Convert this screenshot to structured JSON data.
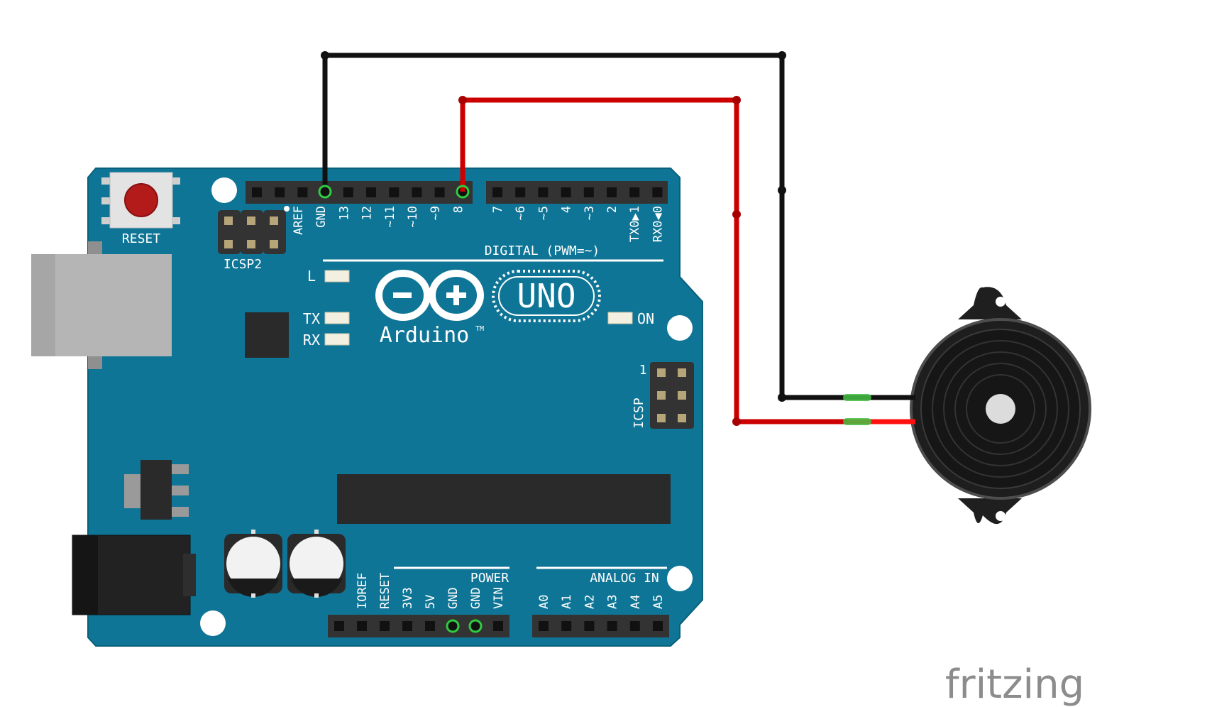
{
  "board": {
    "reset_label": "RESET",
    "icsp2_label": "ICSP2",
    "icsp_label": "ICSP",
    "icsp_pin1": "1",
    "digital_label": "DIGITAL (PWM=~)",
    "power_label": "POWER",
    "analog_label": "ANALOG IN",
    "led_l": "L",
    "led_tx": "TX",
    "led_rx": "RX",
    "led_on": "ON",
    "logo_text": "Arduino",
    "logo_tm": "TM",
    "model": "UNO",
    "header_top_left_pins": [
      "AREF",
      "GND",
      "13",
      "12",
      "~11",
      "~10",
      "~9",
      "8"
    ],
    "header_top_right_pins": [
      "7",
      "~6",
      "~5",
      "4",
      "~3",
      "2",
      "TX0▶1",
      "RX0◀0"
    ],
    "power_pins": [
      "IOREF",
      "RESET",
      "3V3",
      "5V",
      "GND",
      "GND",
      "VIN"
    ],
    "analog_pins": [
      "A0",
      "A1",
      "A2",
      "A3",
      "A4",
      "A5"
    ]
  },
  "wires": {
    "gnd_color": "#111111",
    "signal_color": "#cc0000"
  },
  "colors": {
    "board": "#0f7596",
    "board_edge": "#0a5f7a",
    "reset_button": "#b31b1b"
  },
  "watermark": "fritzing"
}
